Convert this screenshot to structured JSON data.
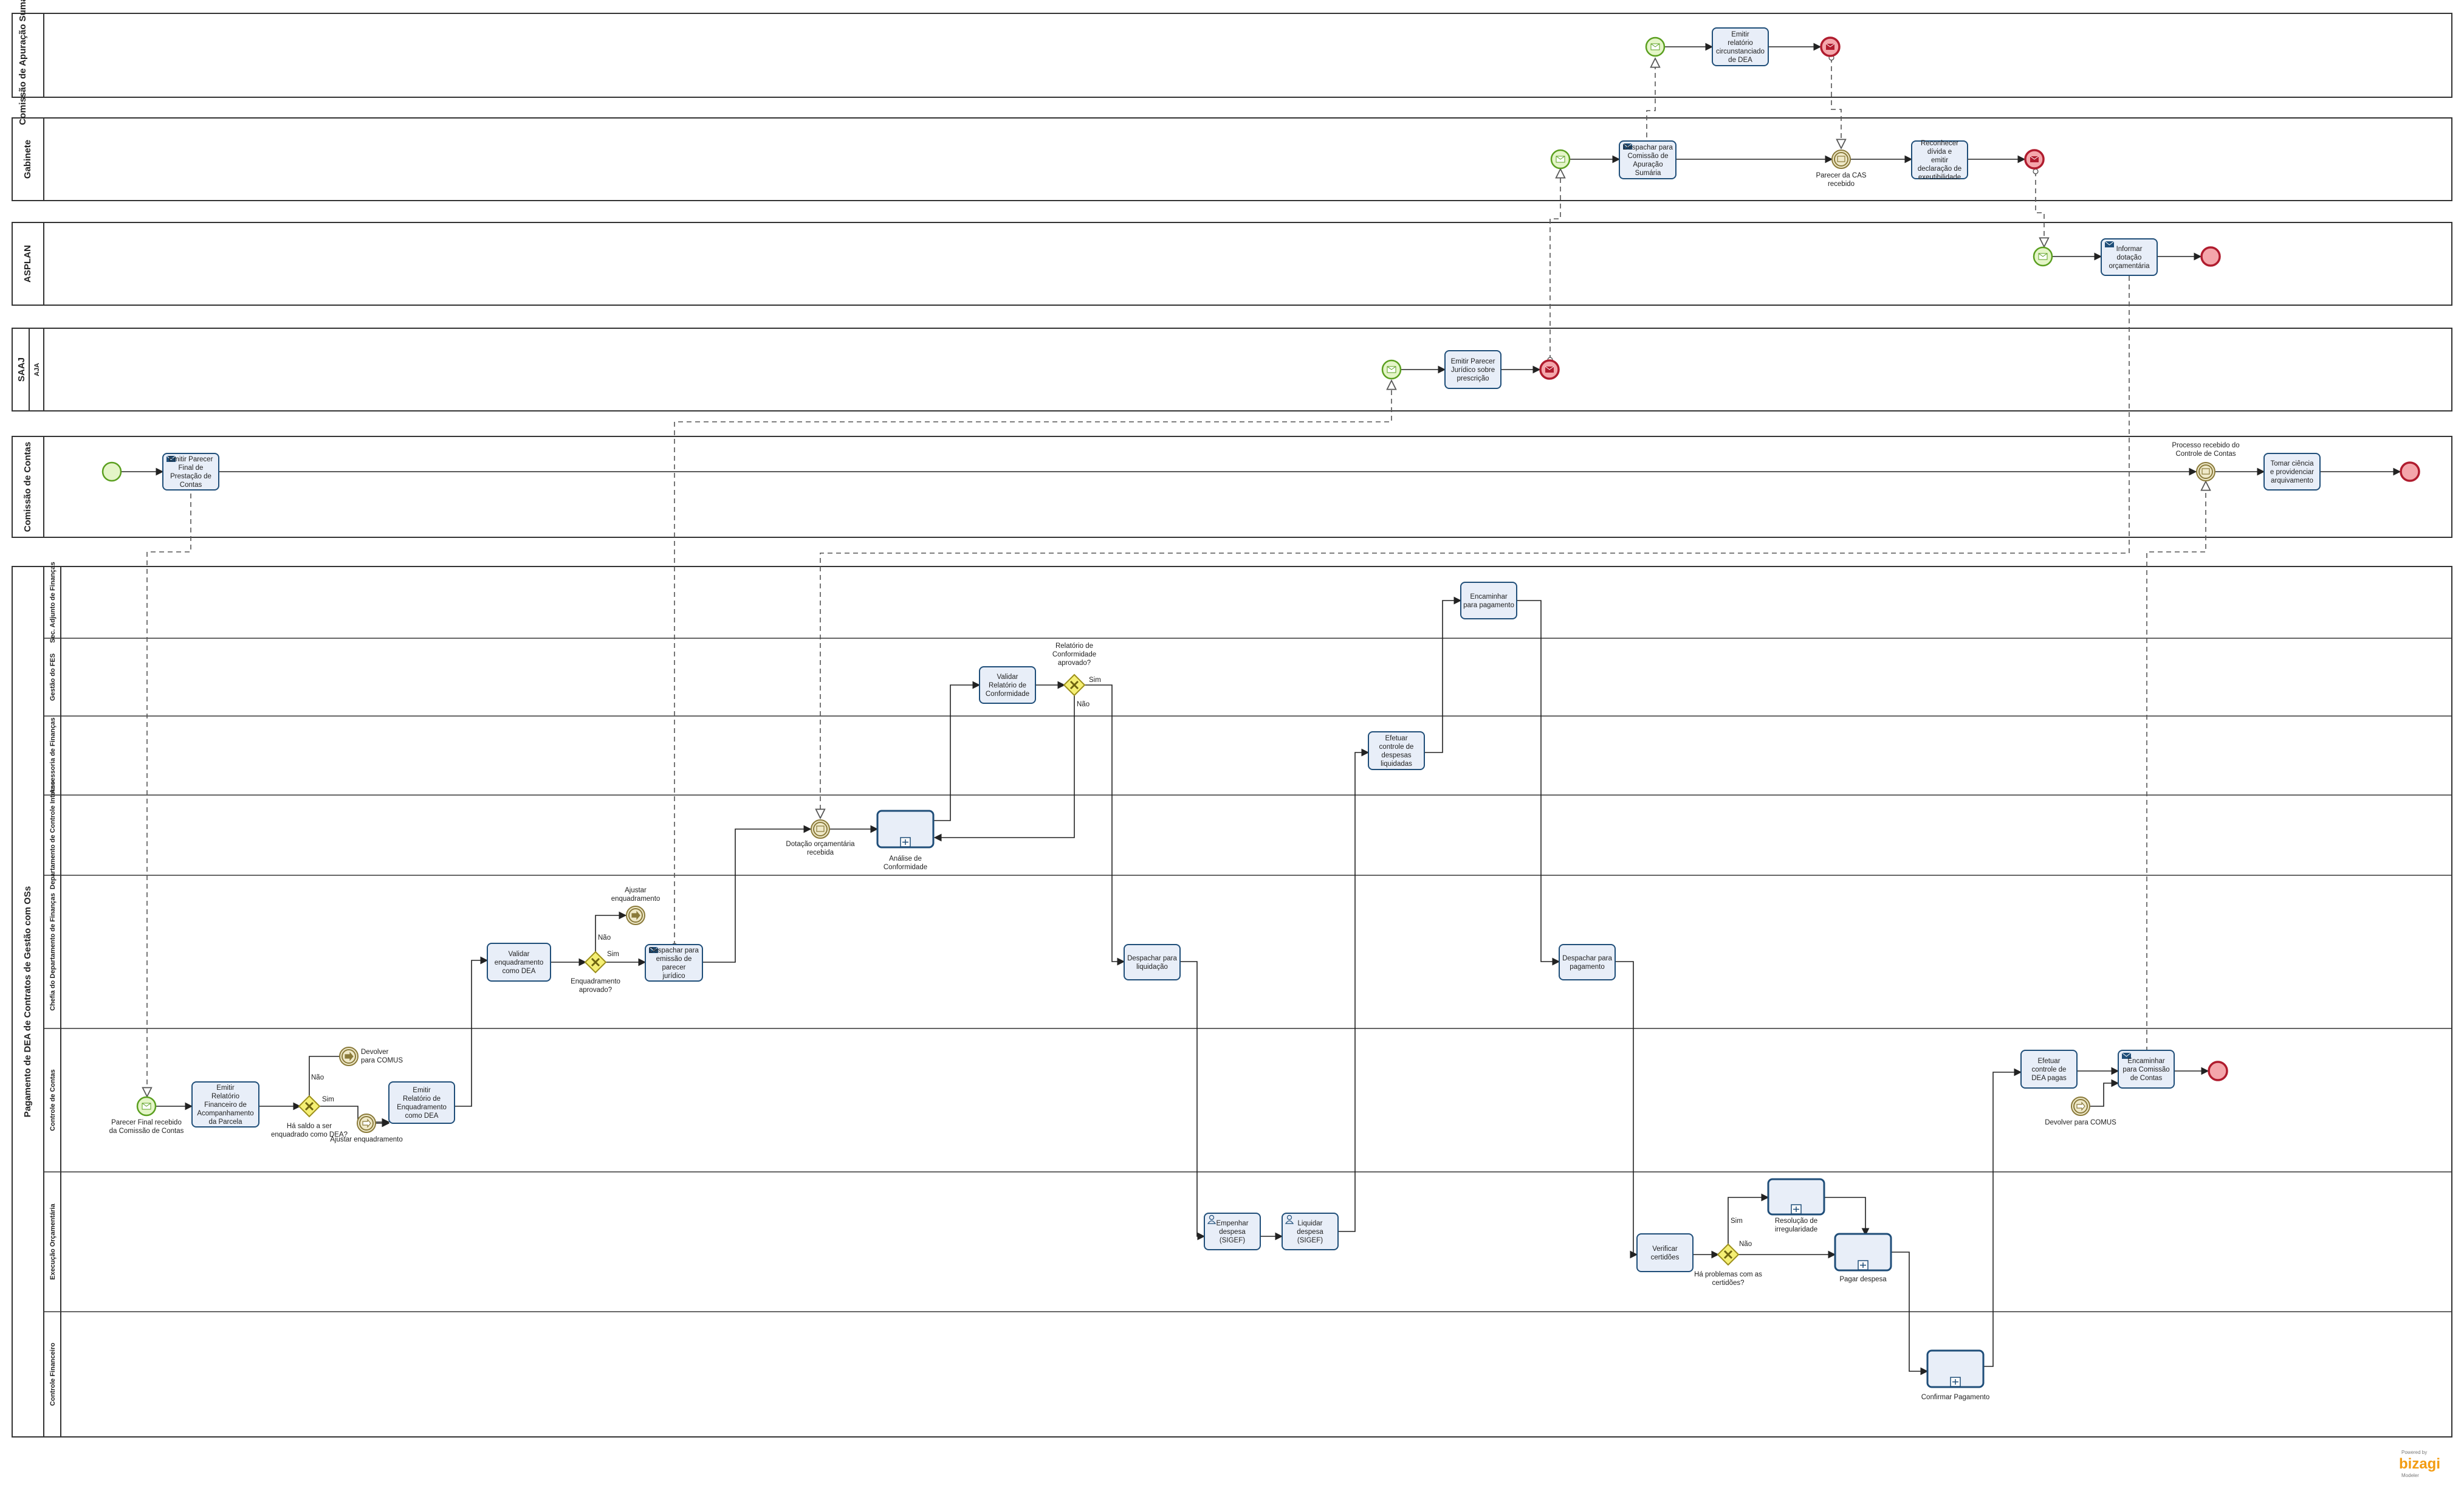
{
  "pools": {
    "cas": "Comissão de Apuração Sumária",
    "gabinete": "Gabinete",
    "asplan": "ASPLAN",
    "saaj": "SAAJ",
    "saaj_lane": "AJA",
    "cc": "Comissão de Contas",
    "main": "Pagamento de DEA de Contratos de Gestão com OSs"
  },
  "lanes": {
    "sub": "Sec. Adjunto de Finanças",
    "fes": "Gestão do FES",
    "af": "Assessoria de Finanças",
    "dca": "Departamento de Controle Interno",
    "cdf": "Chefia do Departamento de Finanças",
    "ctrl": "Controle de Contas",
    "exec": "Execução Orçamentária",
    "fin": "Controle Financeiro"
  },
  "tasks": {
    "emitir_circunstanciado": "Emitir relatório circunstanciado de DEA",
    "despachar_cas": "Despachar para Comissão de Apuração Sumária",
    "reconhecer_divida": "Reconhecer dívida e emitir declaração de exeutibilidade",
    "informar_dotacao": "Informar dotação orçamentária",
    "emitir_parecer_juridico": "Emitir Parecer Jurídico sobre prescrição",
    "emitir_parecer_final": "Emitir Parecer Final de Prestação de Contas",
    "tomar_ciencia": "Tomar ciência e providenciar arquivamento",
    "encaminhar_pagamento": "Encaminhar para pagamento",
    "validar_relatorio": "Validar Relatório de Conformidade",
    "efetuar_controle_liq": "Efetuar controle de despesas liquidadas",
    "validar_enquadramento": "Validar enquadramento como DEA",
    "despachar_parecer": "Despachar para emissão de parecer jurídico",
    "despachar_liquidacao": "Despachar para liquidação",
    "despachar_pagamento": "Despachar para pagamento",
    "emitir_financeiro": "Emitir Relatório Financeiro de Acompanhamento da Parcela",
    "emitir_enquadramento": "Emitir Relatório de Enquadramento como DEA",
    "efetuar_controle_pagas": "Efetuar controle de DEA pagas",
    "encaminhar_cc": "Encaminhar para Comissão de Contas",
    "empenhar": "Empenhar despesa (SIGEF)",
    "liquidar": "Liquidar despesa (SIGEF)",
    "verificar": "Verificar certidões"
  },
  "subprocesses": {
    "analise": "Análise de Conformidade",
    "resolucao": "Resolução de irregularidade",
    "pagar": "Pagar despesa",
    "confirmar": "Confirmar Pagamento"
  },
  "events": {
    "parecer_cas_recebido": "Parecer da CAS recebido",
    "processo_recebido": "Processo recebido do Controle de Contas",
    "dotacao_recebida": "Dotação orçamentária recebida",
    "ajustar_enq_top": "Ajustar enquadramento",
    "devolver_comus": "Devolver para COMUS",
    "ajustar_enq_bottom": "Ajustar enquadramento",
    "parecer_final_recebido": "Parecer Final recebido da Comissão de Contas",
    "devolver_comus_2": "Devolver para COMUS"
  },
  "gateways": {
    "relatorio_aprovado": "Relatório de Conformidade aprovado?",
    "enquadramento_aprovado": "Enquadramento aprovado?",
    "saldo": "Há saldo a ser enquadrado como DEA?",
    "problemas": "Há problemas com as certidões?"
  },
  "flow_labels": {
    "sim": "Sim",
    "nao": "Não"
  },
  "branding": {
    "powered": "Powered by",
    "name": "bizagi",
    "sub": "Modeler"
  },
  "colors": {
    "task_fill": "#e8eef8",
    "task_stroke": "#1f4e79",
    "start_stroke": "#5a9f1f",
    "start_fill": "#e4f5c8",
    "end_stroke": "#b01c2e",
    "end_fill": "#f4a6ab",
    "intermediate_stroke": "#8a7a3a",
    "intermediate_fill": "#efe9c9",
    "gateway_fill": "#f5ef74",
    "gateway_stroke": "#9c8f1b",
    "brand": "#f39c12"
  }
}
